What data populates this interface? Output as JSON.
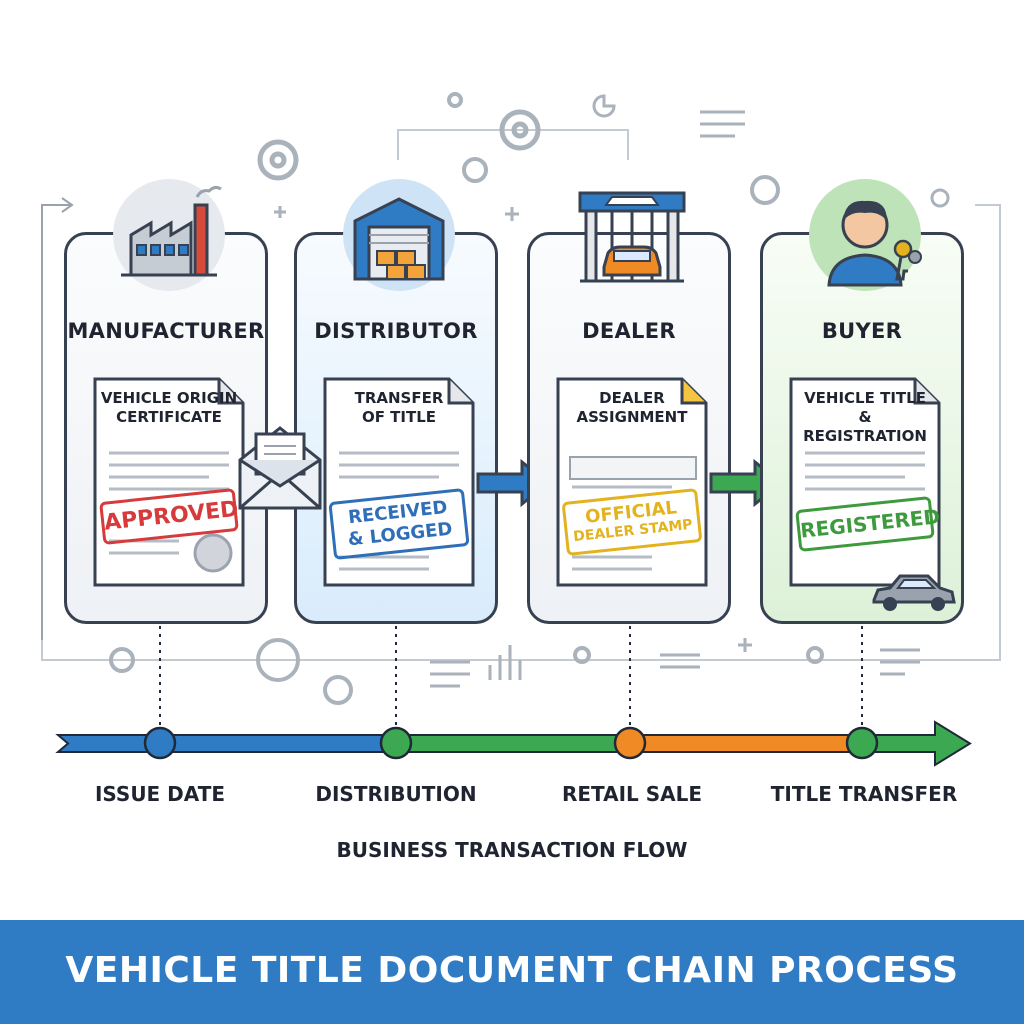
{
  "stages": [
    {
      "title": "MANUFACTURER",
      "doc_lines": [
        "VEHICLE ORIGIN",
        "CERTIFICATE"
      ],
      "stamp_lines": [
        "APPROVED"
      ],
      "icon": "factory-icon",
      "stamp_color": "#d63a3a"
    },
    {
      "title": "DISTRIBUTOR",
      "doc_lines": [
        "TRANSFER",
        "OF TITLE"
      ],
      "stamp_lines": [
        "RECEIVED",
        "& LOGGED"
      ],
      "icon": "warehouse-icon",
      "stamp_color": "#2f6fb8"
    },
    {
      "title": "DEALER",
      "doc_lines": [
        "DEALER",
        "ASSIGNMENT"
      ],
      "stamp_lines": [
        "OFFICIAL",
        "DEALER STAMP"
      ],
      "icon": "dealership-icon",
      "stamp_color": "#e3b31f"
    },
    {
      "title": "BUYER",
      "doc_lines": [
        "VEHICLE TITLE",
        "& REGISTRATION"
      ],
      "stamp_lines": [
        "REGISTERED"
      ],
      "icon": "buyer-with-keys-icon",
      "stamp_color": "#3d9a3d"
    }
  ],
  "timeline": {
    "labels": [
      "ISSUE DATE",
      "DISTRIBUTION",
      "RETAIL SALE",
      "TITLE TRANSFER"
    ],
    "colors": [
      "#2f7bc4",
      "#3da852",
      "#f08a24",
      "#3da852"
    ]
  },
  "caption": "BUSINESS TRANSACTION FLOW",
  "footer_title": "VEHICLE TITLE DOCUMENT CHAIN PROCESS",
  "accent_colors": {
    "outline": "#374151",
    "blue": "#2f7bc4",
    "green": "#3da852",
    "orange": "#f08a24"
  }
}
